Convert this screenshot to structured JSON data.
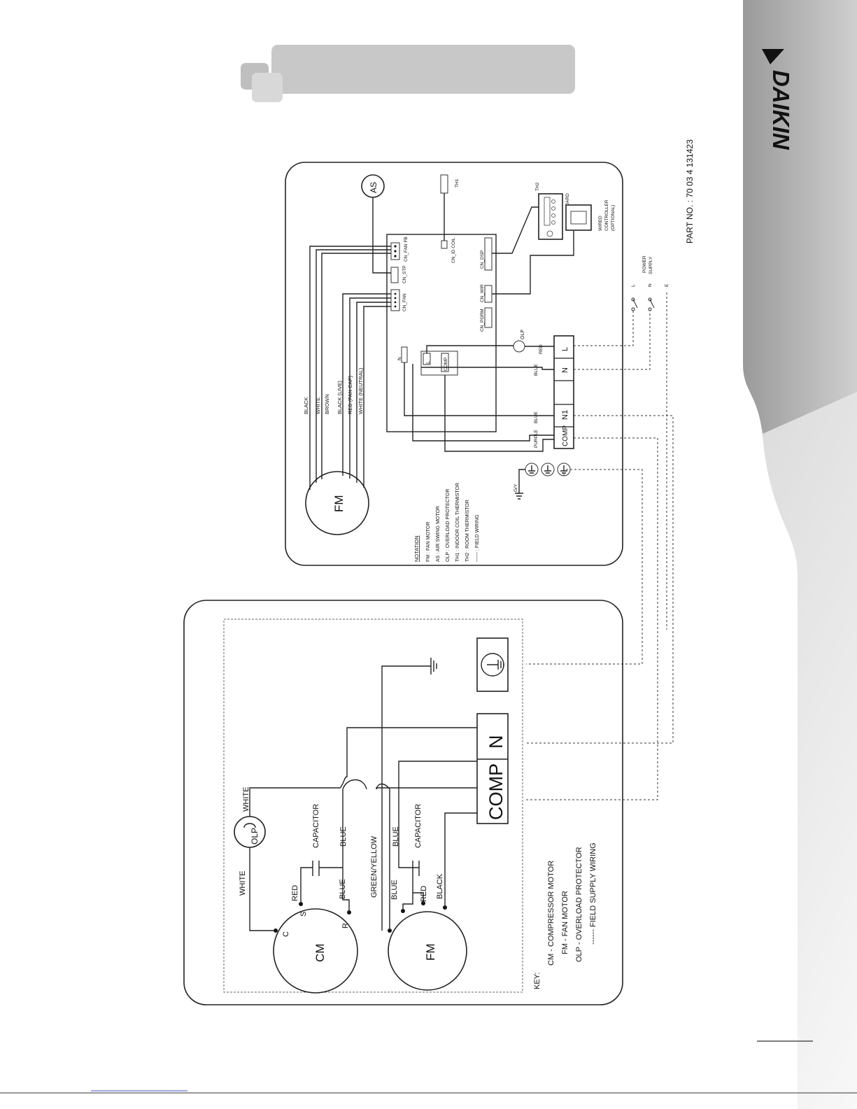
{
  "brand": {
    "logo_text": "DAIKIN"
  },
  "part_no": "PART NO. : 70 03 4 131423",
  "indoor_unit": {
    "fan_motor": "FM",
    "swing_motor": "AS",
    "wire_colors": [
      "BLACK",
      "WHITE",
      "BROWN",
      "BLACK (LIVE)",
      "RED (FAN CAP)",
      "WHITE (NEUTRAL)"
    ],
    "connectors": {
      "fan_fb": "CN_FAN FB",
      "stp": "CN_STP",
      "fan": "CN_FAN",
      "id_coil": "CN_ID COIL",
      "dsp": "CN_DSP",
      "wir": "CN_WIR",
      "pgrm": "CN_PGRM",
      "n": "N",
      "l": "L",
      "comp": "COMP"
    },
    "th1": "TH1",
    "th2": "TH2",
    "display_board": "DISPLAY BOARD",
    "wired_controller": [
      "WIRED",
      "CONTROLLER",
      "(OPTIONAL)"
    ],
    "olp": "OLP",
    "wire_red": "RED",
    "wire_blue_1": "BLUE",
    "wire_blue_2": "BLUE",
    "wire_purple": "PURPLE",
    "terminals": [
      "L",
      "N",
      "",
      "N1",
      "COMP"
    ],
    "gy": "G/Y",
    "power_supply": [
      "POWER",
      "SUPPLY"
    ],
    "power_lines": [
      "L",
      "N",
      "E"
    ],
    "notation_title": "NOTATION",
    "notation": [
      "FM : FAN MOTOR",
      "AS : AIR SWING MOTOR",
      "OLP : OVERLOAD PROTECTOR",
      "TH1 : INDOOR COIL THERMISTOR",
      "TH2 : ROOM THERMISTOR",
      "------ : FIELD WIRING"
    ]
  },
  "outdoor_unit": {
    "cm": "CM",
    "fm": "FM",
    "cm_terminals": {
      "c": "C",
      "s": "S",
      "r": "R"
    },
    "olp": "OLP",
    "white_1": "WHITE",
    "white_2": "WHITE",
    "red_1": "RED",
    "blue_1": "BLUE",
    "capacitor_1": "CAPACITOR",
    "blue_2": "BLUE",
    "green_yellow": "GREEN/YELLOW",
    "blue_3": "BLUE",
    "red_2": "RED",
    "black": "BLACK",
    "blue_4": "BLUE",
    "capacitor_2": "CAPACITOR",
    "terminal_comp": "COMP",
    "terminal_n": "N",
    "key_title": "KEY:",
    "key": [
      "CM - COMPRESSOR MOTOR",
      "FM - FAN MOTOR",
      "OLP - OVERLOAD PROTECTOR",
      "------ FIELD SUPPLY WIRING"
    ]
  }
}
